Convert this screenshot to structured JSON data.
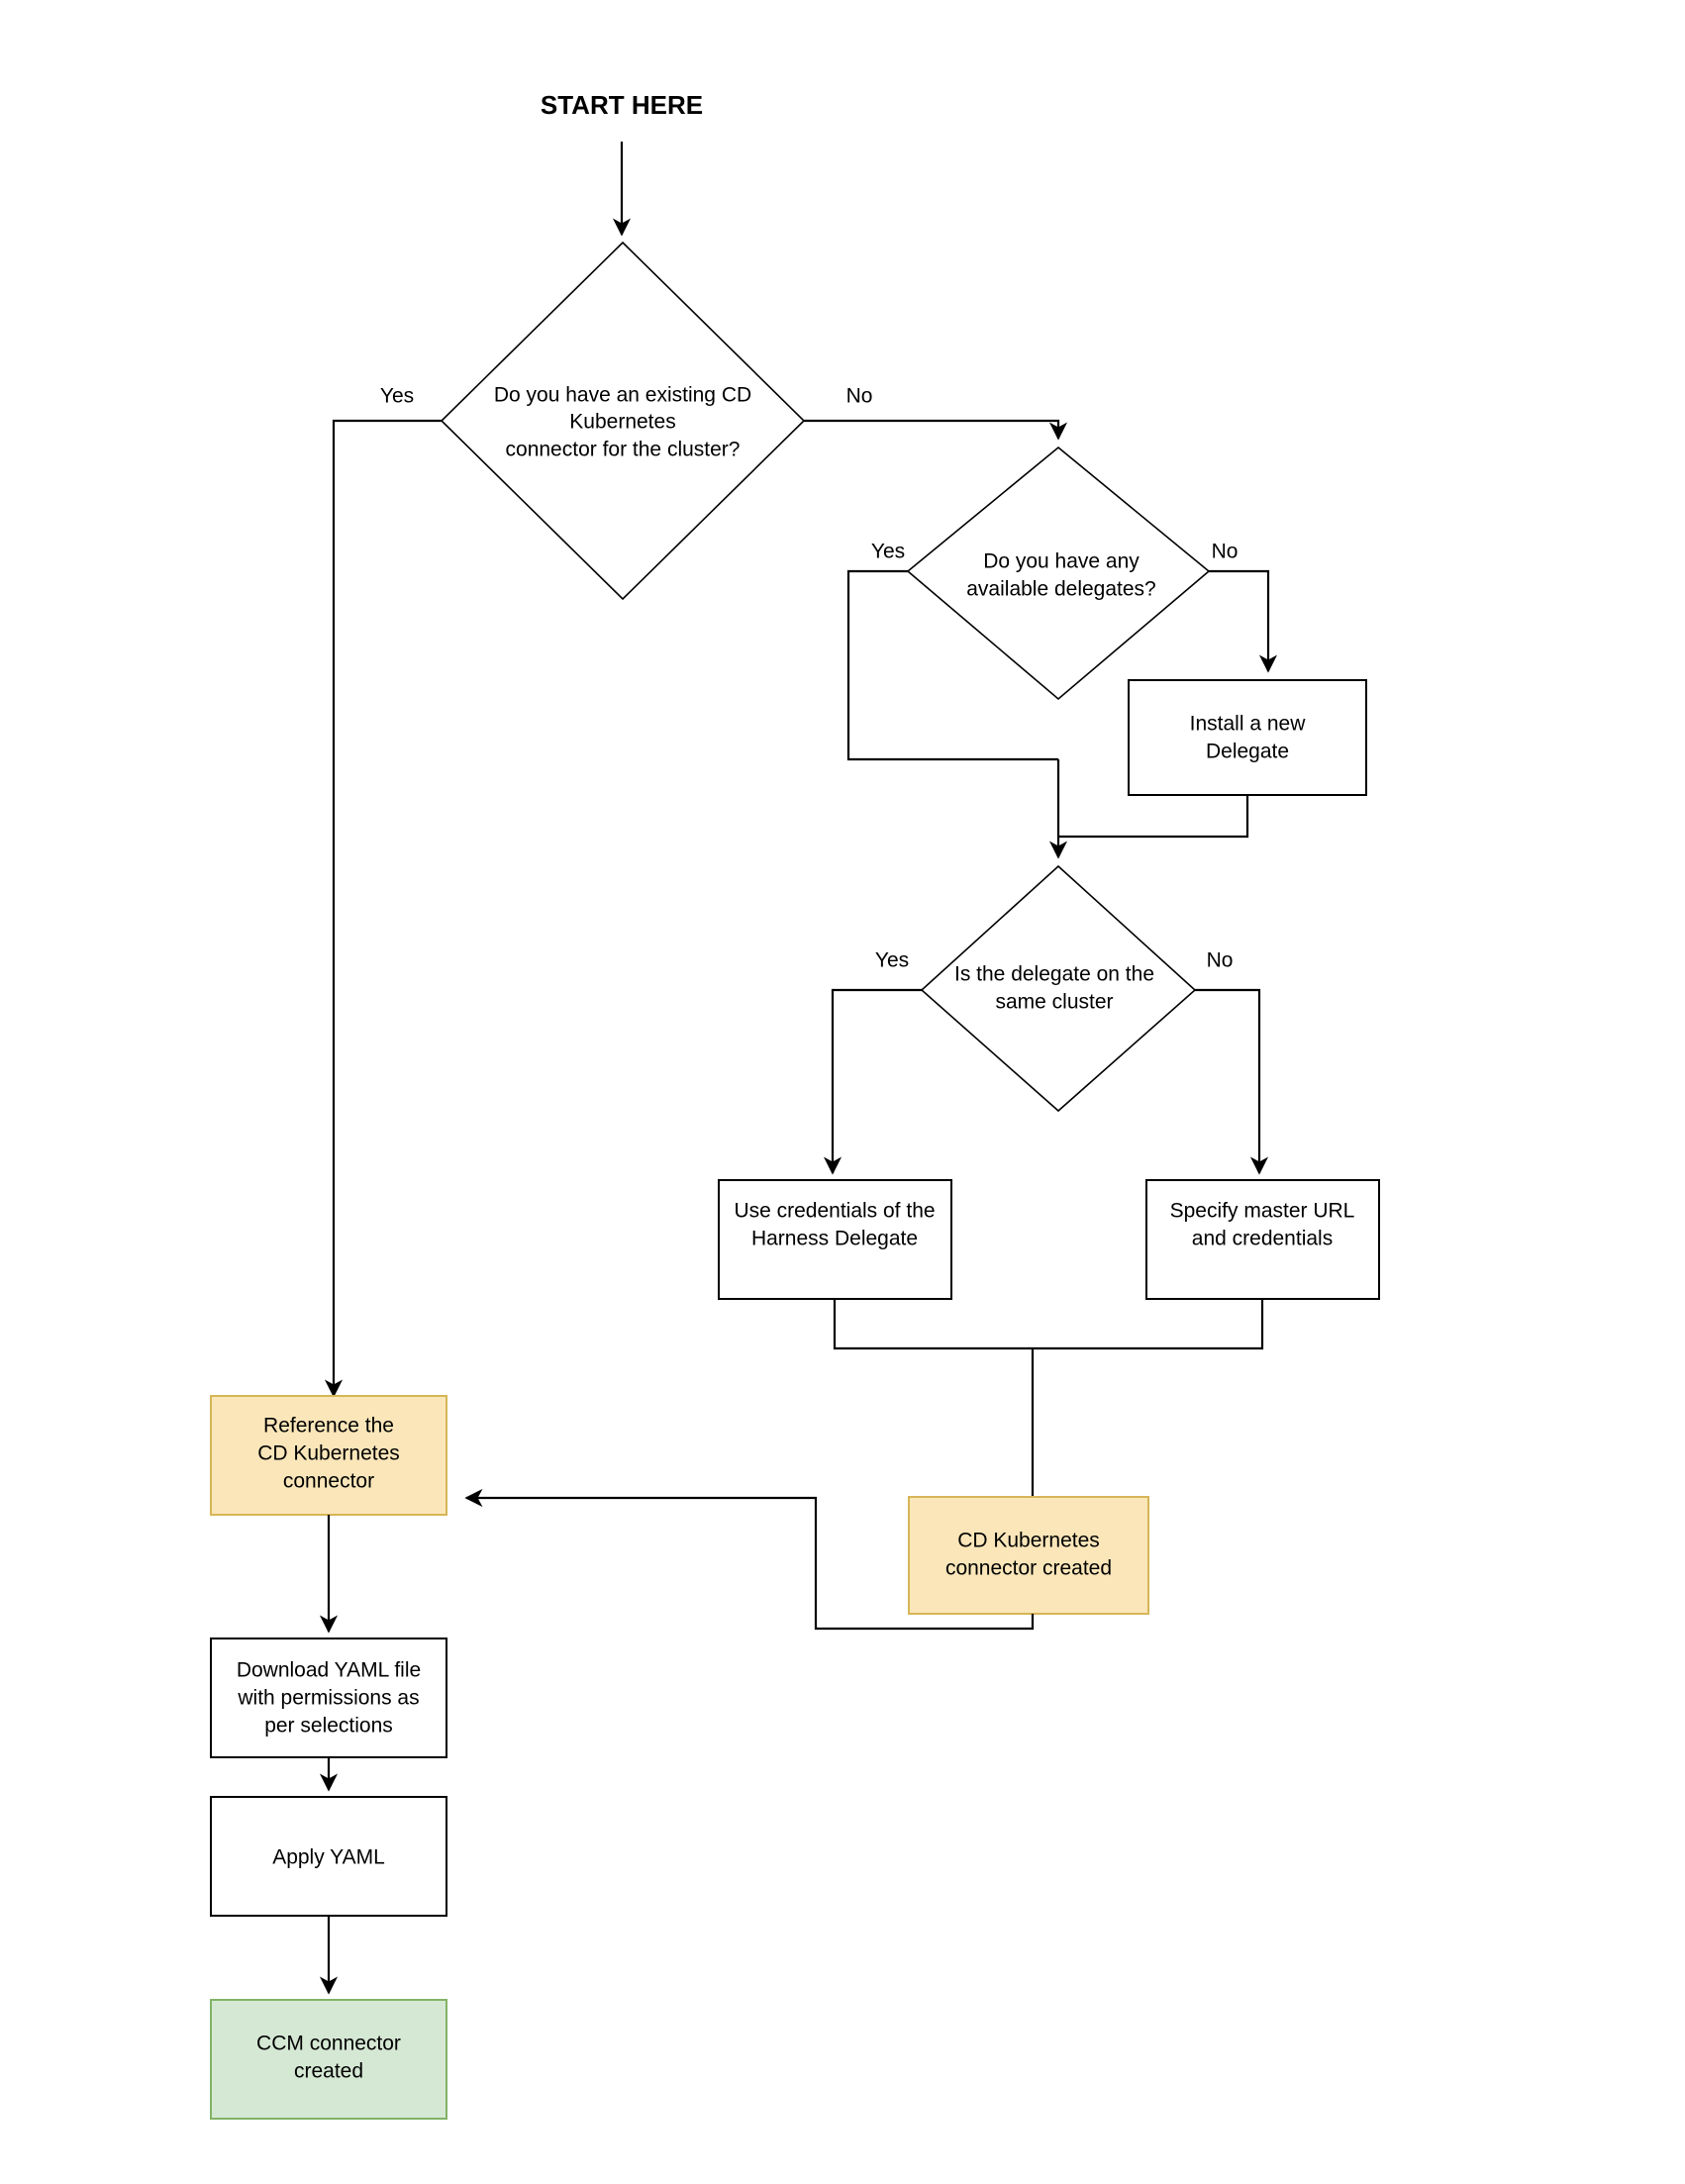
{
  "diagram": {
    "title_label": "START HERE",
    "nodes": [
      {
        "id": "q1",
        "type": "decision",
        "lines": [
          "Do you have an existing CD",
          "Kubernetes",
          "connector for the cluster?"
        ]
      },
      {
        "id": "q2",
        "type": "decision",
        "lines": [
          "Do you have any",
          "available delegates?"
        ]
      },
      {
        "id": "install-delegate",
        "type": "process",
        "lines": [
          "Install a new",
          "Delegate"
        ]
      },
      {
        "id": "q3",
        "type": "decision",
        "lines": [
          "Is the delegate on the",
          "same cluster"
        ]
      },
      {
        "id": "use-credentials",
        "type": "process",
        "lines": [
          "Use credentials of the",
          "Harness Delegate"
        ]
      },
      {
        "id": "specify-master-url",
        "type": "process",
        "lines": [
          "Specify master URL",
          "and credentials"
        ]
      },
      {
        "id": "reference-connector",
        "type": "accent",
        "lines": [
          "Reference the",
          "CD Kubernetes",
          "connector"
        ]
      },
      {
        "id": "cd-connector-created",
        "type": "accent",
        "lines": [
          "CD Kubernetes",
          "connector created"
        ]
      },
      {
        "id": "download-yaml",
        "type": "process",
        "lines": [
          "Download YAML file",
          "with permissions as",
          "per selections"
        ]
      },
      {
        "id": "apply-yaml",
        "type": "process",
        "lines": [
          "Apply YAML"
        ]
      },
      {
        "id": "ccm-connector-created",
        "type": "success",
        "lines": [
          "CCM connector",
          "created"
        ]
      }
    ],
    "edge_labels": {
      "q1_yes": "Yes",
      "q1_no": "No",
      "q2_yes": "Yes",
      "q2_no": "No",
      "q3_yes": "Yes",
      "q3_no": "No"
    },
    "colors": {
      "accent_fill": "#FAE6B9",
      "accent_stroke": "#D6B656",
      "success_fill": "#D5E8D4",
      "success_stroke": "#82B366",
      "plain_fill": "#FFFFFF",
      "plain_stroke": "#000000",
      "edge_stroke": "#000000",
      "background": "#FFFFFF"
    }
  }
}
